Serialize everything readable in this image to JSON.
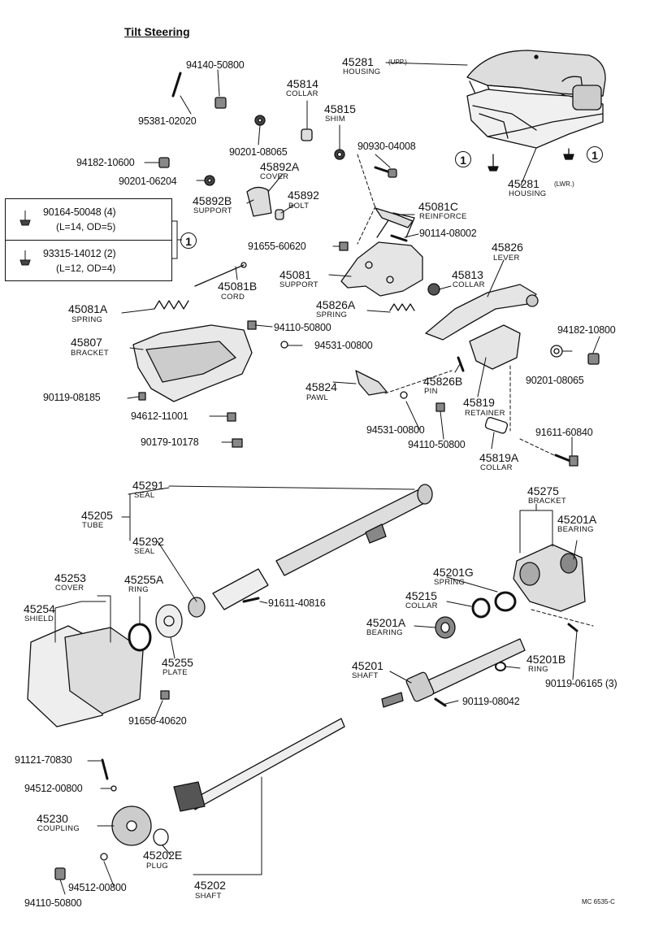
{
  "title": "Tilt Steering",
  "legend": {
    "rows": [
      {
        "part": "90164-50048 (4)",
        "spec": "(L=14, OD=5)"
      },
      {
        "part": "93315-14012 (2)",
        "spec": "(L=12, OD=4)"
      }
    ],
    "ref": "1"
  },
  "callout_mark": "1",
  "code": "MC 6535-C",
  "labels": {
    "p94140_50800": "94140-50800",
    "p95381_02020": "95381-02020",
    "p45814": "45814",
    "p45814n": "COLLAR",
    "p45815": "45815",
    "p45815n": "SHIM",
    "p90201_08065a": "90201-08065",
    "p90930_04008": "90930-04008",
    "p94182_10600": "94182-10600",
    "p45892A": "45892A",
    "p45892An": "COVER",
    "p90201_06204": "90201-06204",
    "p45892B": "45892B",
    "p45892Bn": "SUPPORT",
    "p45892": "45892",
    "p45892n": "BOLT",
    "p45281u": "45281",
    "p45281u_s": "(UPP.)",
    "p45281un": "HOUSING",
    "p45281l": "45281",
    "p45281l_s": "(LWR.)",
    "p45281ln": "HOUSING",
    "p45081C": "45081C",
    "p45081Cn": "REINFORCE",
    "p90114_08002": "90114-08002",
    "p91655_60620": "91655-60620",
    "p45826": "45826",
    "p45826n": "LEVER",
    "p45081": "45081",
    "p45081n": "SUPPORT",
    "p45813": "45813",
    "p45813n": "COLLAR",
    "p45081B": "45081B",
    "p45081Bn": "CORD",
    "p45081A": "45081A",
    "p45081An": "SPRING",
    "p45826A": "45826A",
    "p45826An": "SPRING",
    "p94110_50800a": "94110-50800",
    "p94182_10800": "94182-10800",
    "p45807": "45807",
    "p45807n": "BRACKET",
    "p94531_00800a": "94531-00800",
    "p90201_08065b": "90201-08065",
    "p45824": "45824",
    "p45824n": "PAWL",
    "p45826B": "45826B",
    "p45826Bn": "PIN",
    "p90119_08185": "90119-08185",
    "p45819": "45819",
    "p45819n": "RETAINER",
    "p94612_11001": "94612-11001",
    "p94531_00800b": "94531-00800",
    "p91611_60840": "91611-60840",
    "p94110_50800b": "94110-50800",
    "p90179_10178": "90179-10178",
    "p45819A": "45819A",
    "p45819An": "COLLAR",
    "p45291": "45291",
    "p45291n": "SEAL",
    "p45275": "45275",
    "p45275n": "BRACKET",
    "p45205": "45205",
    "p45205n": "TUBE",
    "p45201A": "45201A",
    "p45201An": "BEARING",
    "p45292": "45292",
    "p45292n": "SEAL",
    "p45253": "45253",
    "p45253n": "COVER",
    "p45255A": "45255A",
    "p45255An": "RING",
    "p45201G": "45201G",
    "p45201Gn": "SPRING",
    "p45215": "45215",
    "p45215n": "COLLAR",
    "p45254": "45254",
    "p45254n": "SHIELD",
    "p91611_40816": "91611-40816",
    "p45201A2": "45201A",
    "p45201A2n": "BEARING",
    "p45255": "45255",
    "p45255n": "PLATE",
    "p45201B": "45201B",
    "p45201Bn": "RING",
    "p45201": "45201",
    "p45201n": "SHAFT",
    "p90119_06165": "90119-06165 (3)",
    "p91656_40620": "91656-40620",
    "p90119_08042": "90119-08042",
    "p91121_70830": "91121-70830",
    "p94512_00800a": "94512-00800",
    "p45230": "45230",
    "p45230n": "COUPLING",
    "p45202E": "45202E",
    "p45202En": "PLUG",
    "p94512_00800b": "94512-00800",
    "p45202": "45202",
    "p45202n": "SHAFT",
    "p94110_50800c": "94110-50800"
  }
}
